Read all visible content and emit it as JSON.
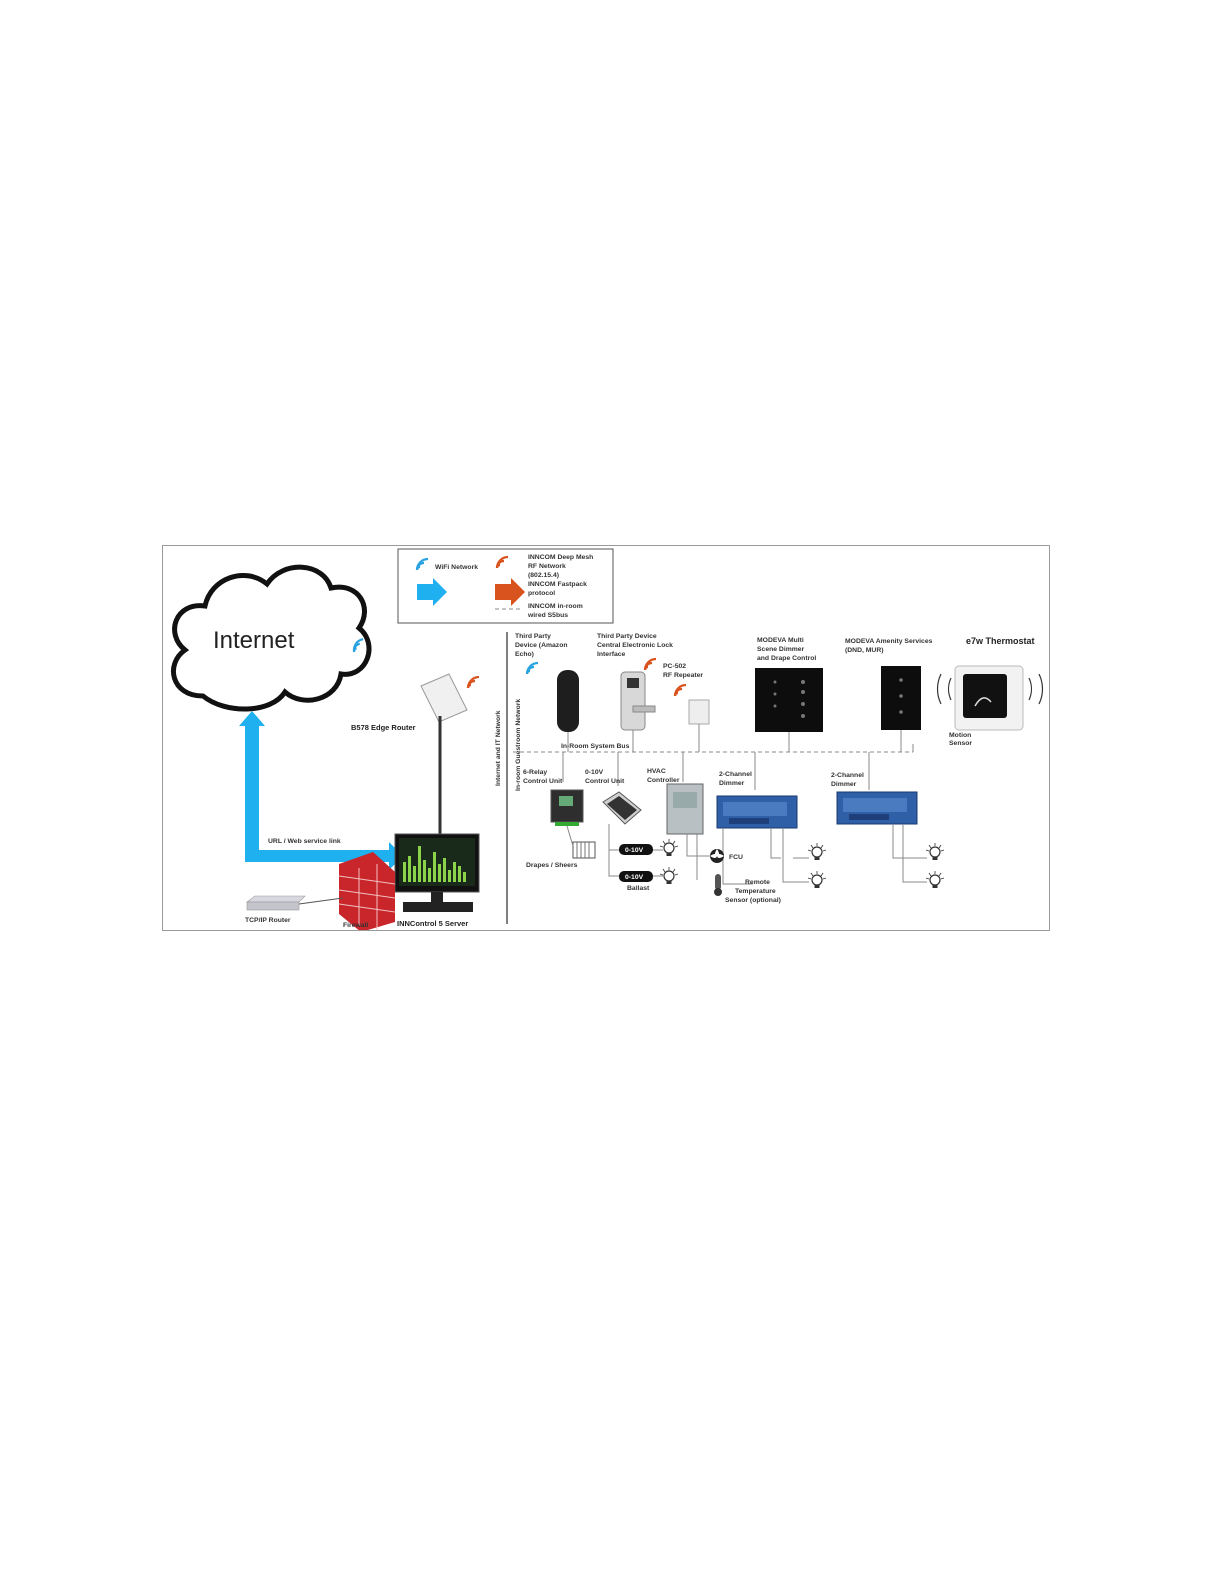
{
  "legend": {
    "wifi": "WiFi Network",
    "mesh_lines": [
      "INNCOM Deep Mesh",
      "RF Network",
      "(802.15.4)"
    ],
    "fastpack_lines": [
      "INNCOM Fastpack",
      "protocol"
    ],
    "bus_lines": [
      "INNCOM in-room",
      "wired S5bus"
    ]
  },
  "internet": "Internet",
  "edge_router": "B578 Edge Router",
  "web_link": "URL / Web service link",
  "tcpip_router": "TCP/IP Router",
  "firewall": "Firewall",
  "server": "INNControl 5 Server",
  "vertical_labels": [
    "Internet and IT Network",
    "In-room Guestroom Network"
  ],
  "devices": {
    "echo_lines": [
      "Third Party",
      "Device (Amazon",
      "Echo)"
    ],
    "lock_lines": [
      "Third Party Device",
      "Central Electronic Lock",
      "Interface"
    ],
    "repeater_lines": [
      "PC-502",
      "RF Repeater"
    ],
    "modeva_scene_lines": [
      "MODEVA Multi",
      "Scene Dimmer",
      "and Drape Control"
    ],
    "modeva_amenity_lines": [
      "MODEVA Amenity Services",
      "(DND, MUR)"
    ],
    "thermostat": "e7w Thermostat",
    "motion_lines": [
      "Motion",
      "Sensor"
    ],
    "bus": "In-Room System Bus",
    "relay_lines": [
      "6-Relay",
      "Control Unit"
    ],
    "zero_ten_lines": [
      "0-10V",
      "Control Unit"
    ],
    "hvac_lines": [
      "HVAC",
      "Controller"
    ],
    "dimmer1_lines": [
      "2-Channel",
      "Dimmer"
    ],
    "dimmer2_lines": [
      "2-Channel",
      "Dimmer"
    ],
    "drapes": "Drapes / Sheers",
    "ballast_tag": "0-10V",
    "ballast": "Ballast",
    "fcu": "FCU",
    "remote_temp_lines": [
      "Remote",
      "Temperature",
      "Sensor (optional)"
    ]
  },
  "colors": {
    "wifi_blue": "#29a3e0",
    "rf_orange": "#d9531e",
    "arrow_blue": "#1fb0ef",
    "firewall_red": "#c8262b",
    "dimmer_blue": "#2f5fa6"
  }
}
